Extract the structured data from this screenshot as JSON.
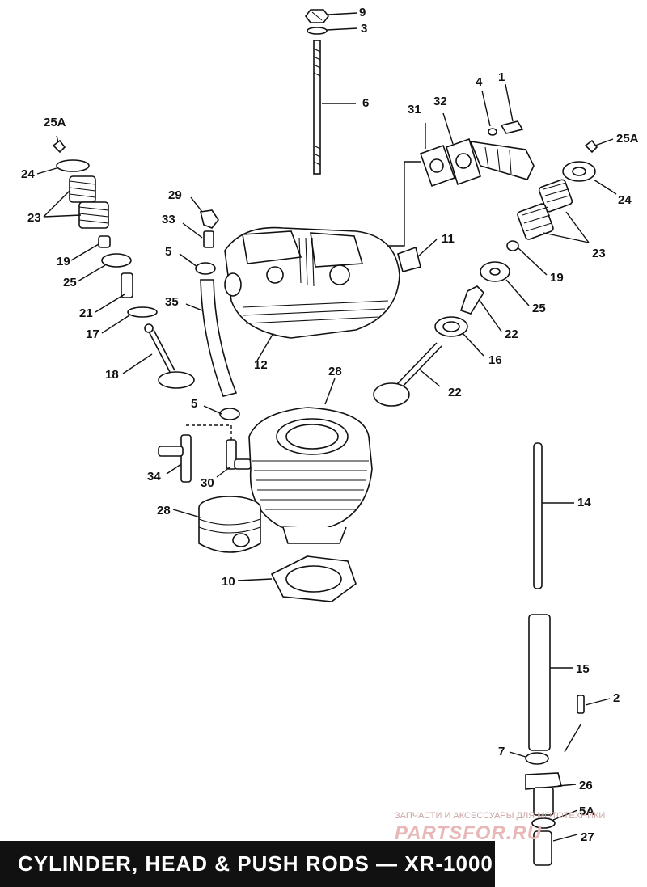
{
  "title": "CYLINDER, HEAD & PUSH RODS — XR-1000",
  "callouts": [
    "9",
    "3",
    "6",
    "4",
    "1",
    "31",
    "32",
    "25A",
    "25A",
    "24",
    "24",
    "23",
    "23",
    "29",
    "33",
    "11",
    "19",
    "19",
    "5",
    "25",
    "25",
    "21",
    "35",
    "22",
    "17",
    "16",
    "18",
    "12",
    "22",
    "28",
    "5",
    "34",
    "30",
    "28",
    "14",
    "10",
    "15",
    "2",
    "7",
    "26",
    "5A",
    "27"
  ],
  "watermark": {
    "tagline": "ЗАПЧАСТИ И АКСЕССУАРЫ ДЛЯ МОТОТЕХНИКИ",
    "brand": "PARTSFOR.RU"
  }
}
